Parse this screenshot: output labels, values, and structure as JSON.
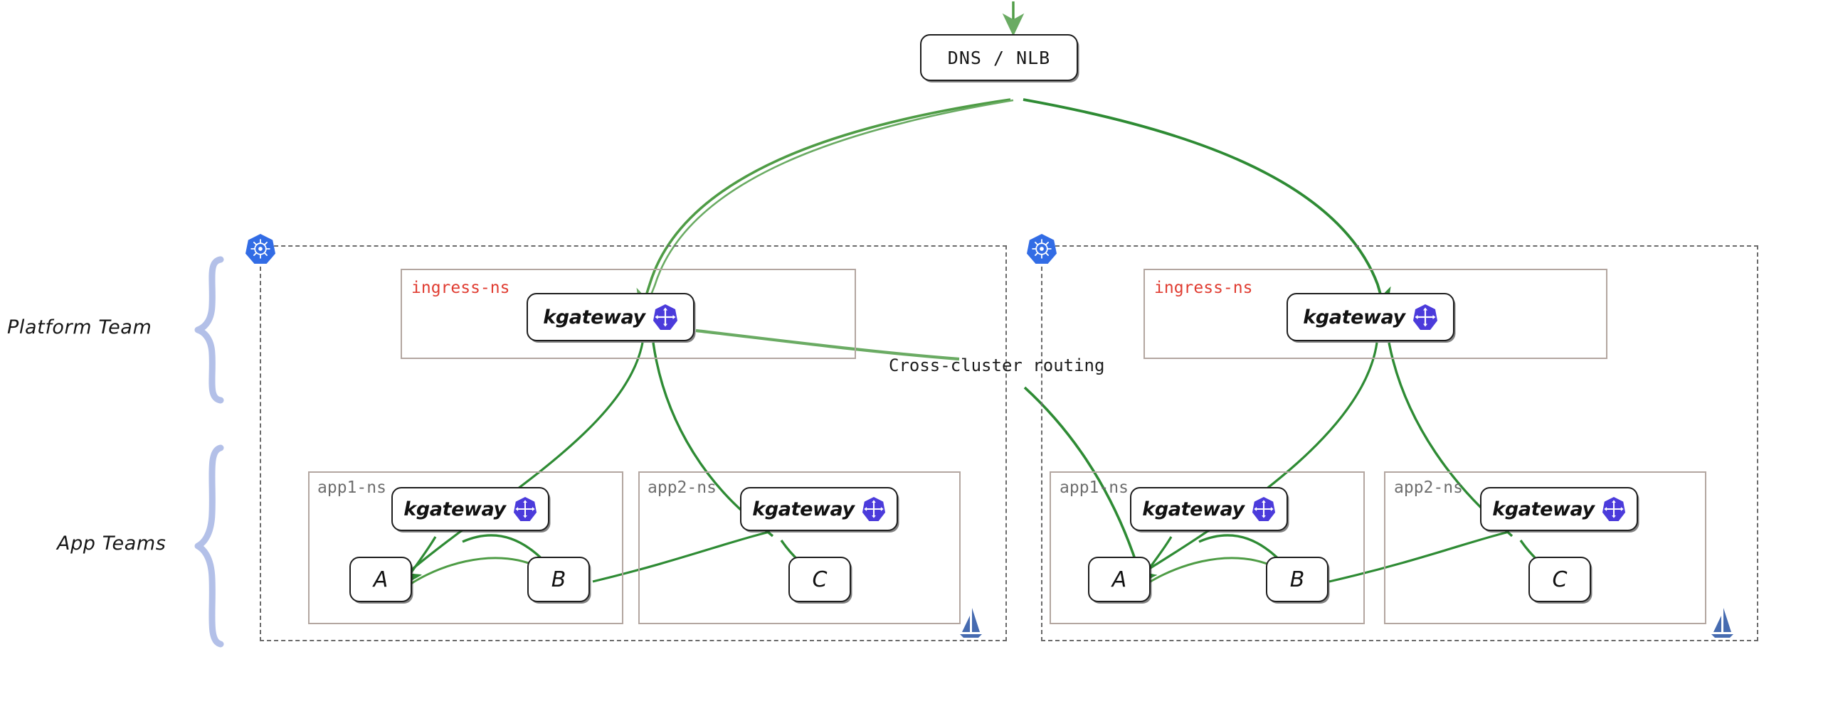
{
  "diagram": {
    "title_node": {
      "label": "DNS / NLB",
      "name": "dns-nlb"
    },
    "annotations": {
      "cross_cluster": "Cross-cluster routing",
      "platform_team": "Platform Team",
      "app_teams": "App Teams"
    },
    "icons": {
      "kubernetes": "kubernetes-icon",
      "kgateway": "kgateway-icon",
      "istio": "istio-icon",
      "brace": "curly-brace-icon"
    },
    "colors": {
      "arrow_green": "#2e8b34",
      "arrow_green_light": "#6aab63",
      "kgateway_purple": "#4b3bdb",
      "kubernetes_blue": "#326ce5",
      "istio_blue": "#466bb0",
      "ingress_ns_red": "#e03c31",
      "app_ns_grey": "#6e6e6e",
      "ns_border": "#b3a6a0",
      "cluster_border": "#6b6b6b",
      "node_border": "#1d1d1d"
    },
    "clusters": [
      {
        "name": "cluster-left",
        "namespaces": [
          {
            "name": "ingress-ns",
            "label": "ingress-ns",
            "label_color": "red",
            "nodes": [
              {
                "name": "kgateway-ingress-left",
                "label": "kgateway",
                "icon": "kgateway-icon"
              }
            ]
          },
          {
            "name": "app1-ns",
            "label": "app1-ns",
            "label_color": "grey",
            "nodes": [
              {
                "name": "kgateway-app1-left",
                "label": "kgateway",
                "icon": "kgateway-icon"
              },
              {
                "name": "service-a-left",
                "label": "A",
                "icon": null
              },
              {
                "name": "service-b-left",
                "label": "B",
                "icon": null
              }
            ]
          },
          {
            "name": "app2-ns",
            "label": "app2-ns",
            "label_color": "grey",
            "nodes": [
              {
                "name": "kgateway-app2-left",
                "label": "kgateway",
                "icon": "kgateway-icon"
              },
              {
                "name": "service-c-left",
                "label": "C",
                "icon": null
              }
            ]
          }
        ]
      },
      {
        "name": "cluster-right",
        "namespaces": [
          {
            "name": "ingress-ns",
            "label": "ingress-ns",
            "label_color": "red",
            "nodes": [
              {
                "name": "kgateway-ingress-right",
                "label": "kgateway",
                "icon": "kgateway-icon"
              }
            ]
          },
          {
            "name": "app1-ns",
            "label": "app1-ns",
            "label_color": "grey",
            "nodes": [
              {
                "name": "kgateway-app1-right",
                "label": "kgateway",
                "icon": "kgateway-icon"
              },
              {
                "name": "service-a-right",
                "label": "A",
                "icon": null
              },
              {
                "name": "service-b-right",
                "label": "B",
                "icon": null
              }
            ]
          },
          {
            "name": "app2-ns",
            "label": "app2-ns",
            "label_color": "grey",
            "nodes": [
              {
                "name": "kgateway-app2-right",
                "label": "kgateway",
                "icon": "kgateway-icon"
              },
              {
                "name": "service-c-right",
                "label": "C",
                "icon": null
              }
            ]
          }
        ]
      }
    ]
  }
}
